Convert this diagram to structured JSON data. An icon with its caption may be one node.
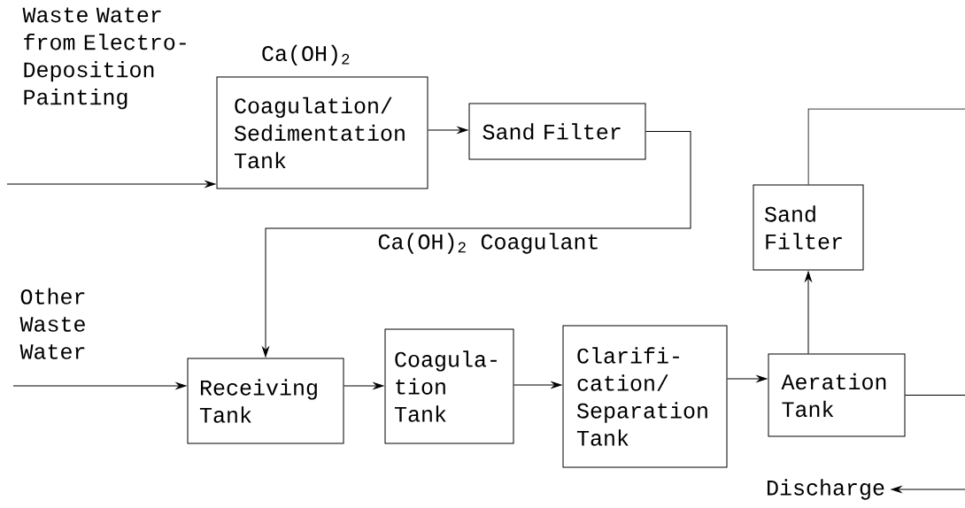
{
  "diagram": {
    "nodes": [
      {
        "text": [
          "Coagulation/ Sedimentation Tank"
        ],
        "beside": [
          "Ca(OH)$_{2}$"
        ]
      },
      {
        "text": [
          "Sand Filter"
        ]
      },
      {
        "text": [
          "Receiving Tank"
        ]
      },
      {
        "text": [
          "Coagula- tion Tank"
        ]
      },
      {
        "text": [
          "Clarifi- cation/ Separation Tank"
        ]
      },
      {
        "text": [
          "Aeration Tank"
        ]
      },
      {
        "text": [
          "Sand Filter"
        ]
      },
      {
        "text": [
          "Discharge"
        ]
      }
    ],
    "edges": [
      {
        "from": null,
        "to": 0,
        "arrow": "to"
      },
      {
        "from": 0,
        "to": 1,
        "arrow": "to"
      },
      {
        "from": 1,
        "to": 2,
        "arrow": "to",
        "label": "Ca(OH)$_{2}$ Coagulant"
      },
      {
        "from": null,
        "to": 2,
        "arrow": "to"
      },
      {
        "from": 2,
        "to": 3,
        "arrow": "to"
      },
      {
        "from": 3,
        "to": 4,
        "arrow": "to"
      },
      {
        "from": 4,
        "to": 5,
        "arrow": "to"
      },
      {
        "from": 5,
        "to": 6,
        "arrow": "to"
      },
      {
        "from": 6,
        "to": null,
        "arrow": "none"
      },
      {
        "from": 5,
        "to": null,
        "arrow": "none"
      },
      {
        "from": null,
        "to": 7,
        "arrow": "to"
      }
    ],
    "labels": [
      "Waste Water from Electro- Deposition Painting",
      "Other Waste Water"
    ]
  }
}
